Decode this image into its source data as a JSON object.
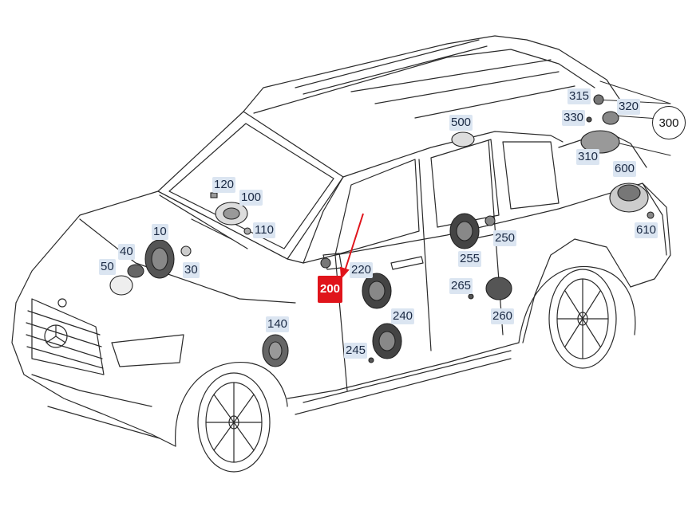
{
  "diagram": {
    "highlight_color": "#e0141b",
    "label_bg_color": "#dbe5f1",
    "highlighted_part": "200",
    "parts": [
      "10",
      "30",
      "40",
      "50",
      "100",
      "110",
      "120",
      "140",
      "200",
      "220",
      "240",
      "245",
      "250",
      "255",
      "260",
      "265",
      "300",
      "310",
      "315",
      "320",
      "330",
      "500",
      "600",
      "610"
    ]
  },
  "labels": {
    "p10": "10",
    "p30": "30",
    "p40": "40",
    "p50": "50",
    "p100": "100",
    "p110": "110",
    "p120": "120",
    "p140": "140",
    "p200": "200",
    "p220": "220",
    "p240": "240",
    "p245": "245",
    "p250": "250",
    "p255": "255",
    "p260": "260",
    "p265": "265",
    "p300": "300",
    "p310": "310",
    "p315": "315",
    "p320": "320",
    "p330": "330",
    "p500": "500",
    "p600": "600",
    "p610": "610"
  }
}
